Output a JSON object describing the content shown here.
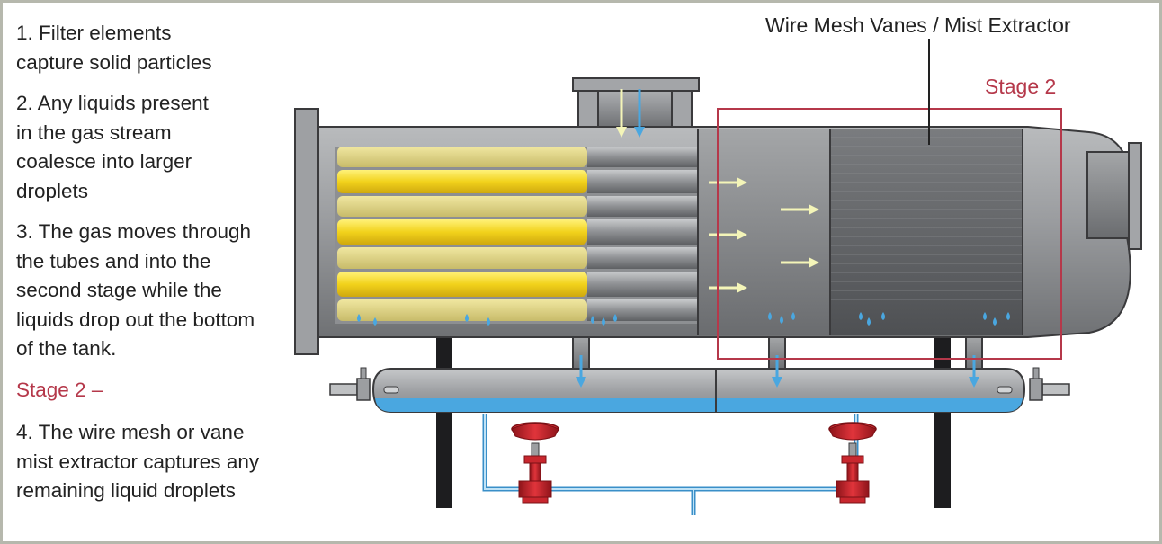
{
  "steps": [
    "1. Filter elements\ncapture solid particles",
    "2. Any liquids present\nin the gas stream\ncoalesce into larger\ndroplets",
    "3. The gas moves through\nthe tubes and into the\nsecond stage while the\nliquids drop out the bottom\nof the tank.",
    "4. The wire mesh or vane\nmist extractor captures any\nremaining liquid droplets"
  ],
  "stage2_heading": "Stage 2 –",
  "labels": {
    "mist_extractor": "Wire Mesh Vanes / Mist Extractor",
    "stage2": "Stage 2"
  },
  "colors": {
    "stage2_accent": "#b5384a",
    "filter_yellow": "#f2d21c",
    "liquid_blue": "#4aa7e0",
    "gas_arrow": "#f4f5b8",
    "valve_red": "#c8272e"
  }
}
